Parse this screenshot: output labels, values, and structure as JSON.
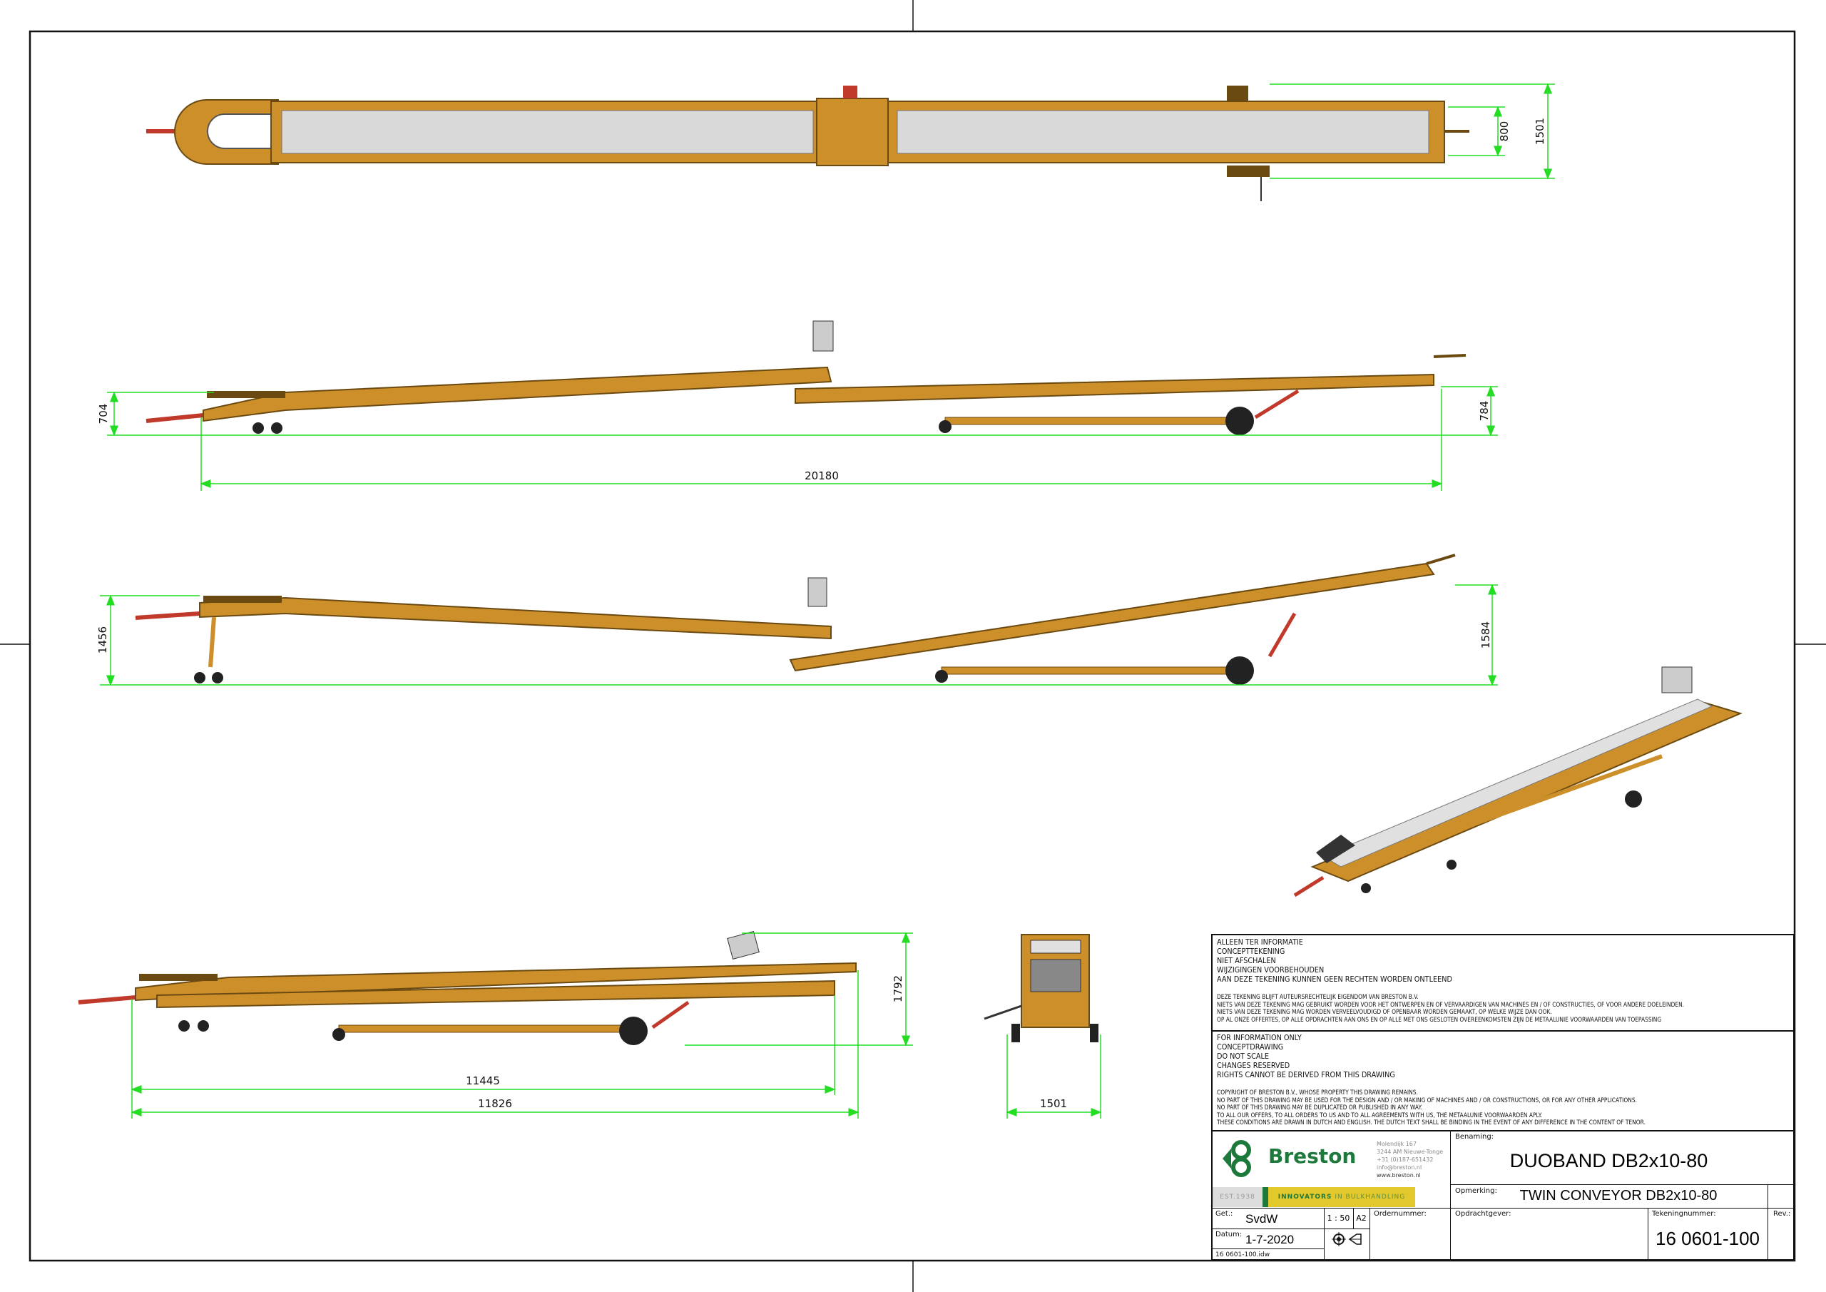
{
  "views": {
    "top": {
      "dims": [
        "800",
        "1501"
      ]
    },
    "side_lowered": {
      "dims": [
        "704",
        "784",
        "20180"
      ]
    },
    "side_raised": {
      "dims": [
        "1456",
        "1584"
      ]
    },
    "side_folded": {
      "dims": [
        "1792",
        "11445",
        "11826"
      ]
    },
    "front": {
      "dims": [
        "1501"
      ]
    }
  },
  "notes": {
    "nl_main": [
      "ALLEEN TER INFORMATIE",
      "CONCEPTTEKENING",
      "NIET AFSCHALEN",
      "WIJZIGINGEN VOORBEHOUDEN",
      "AAN DEZE TEKENING KUNNEN GEEN RECHTEN WORDEN ONTLEEND"
    ],
    "nl_small": [
      "DEZE TEKENING BLIJFT AUTEURSRECHTELIJK EIGENDOM VAN BRESTON B.V.",
      "NIETS VAN DEZE TEKENING MAG GEBRUIKT WORDEN VOOR HET ONTWERPEN EN OF VERVAARDIGEN VAN MACHINES EN / OF CONSTRUCTIES, OF VOOR ANDERE DOELEINDEN.",
      "NIETS VAN DEZE TEKENING MAG WORDEN VERVEELVOUDIGD OF OPENBAAR WORDEN GEMAAKT, OP WELKE WIJZE DAN OOK.",
      "OP AL ONZE OFFERTES, OP ALLE OPDRACHTEN AAN ONS EN OP ALLE MET ONS GESLOTEN OVEREENKOMSTEN ZIJN DE METAALUNIE VOORWAARDEN VAN TOEPASSING"
    ],
    "en_main": [
      "FOR INFORMATION ONLY",
      "CONCEPTDRAWING",
      "DO NOT SCALE",
      "CHANGES RESERVED",
      "RIGHTS CANNOT BE DERIVED FROM THIS DRAWING"
    ],
    "en_small": [
      "COPYRIGHT OF BRESTON B.V., WHOSE PROPERTY THIS DRAWING REMAINS.",
      "NO PART OF THIS DRAWING MAY BE USED FOR THE DESIGN AND / OR MAKING OF MACHINES AND / OR CONSTRUCTIONS, OR FOR ANY OTHER APPLICATIONS.",
      "NO PART OF THIS DRAWING MAY BE DUPLICATED OR PUBLISHED IN ANY WAY.",
      "TO ALL OUR OFFERS, TO ALL ORDERS TO US AND TO ALL AGREEMENTS WITH US, THE METAALUNIE VOORWAARDEN APLY.",
      "THESE CONDITIONS ARE DRAWN IN DUTCH AND ENGLISH. THE DUTCH TEXT SHALL BE BINDING IN THE EVENT OF ANY DIFFERENCE IN THE CONTENT OF TENOR."
    ]
  },
  "company": {
    "name": "Breston",
    "address": [
      "Molendijk 167",
      "3244 AM Nieuwe-Tonge",
      "+31 (0)187-651432",
      "info@breston.nl",
      "www.breston.nl"
    ],
    "est": "EST.1938",
    "tagline_bold": "INNOVATORS",
    "tagline_rest": " IN BULKHANDLING",
    "colors": {
      "green": "#1e7a3c",
      "yellow": "#e2c82a",
      "grey": "#dcdcdc"
    }
  },
  "title_block": {
    "benaming_label": "Benaming:",
    "benaming": "DUOBAND DB2x10-80",
    "opmerking_label": "Opmerking:",
    "opmerking": "TWIN CONVEYOR DB2x10-80",
    "get_label": "Get.:",
    "get": "SvdW",
    "scale": "1 : 50",
    "format": "A2",
    "datum_label": "Datum:",
    "datum": "1-7-2020",
    "ordernummer_label": "Ordernummer:",
    "opdrachtgever_label": "Opdrachtgever:",
    "tekeningnummer_label": "Tekeningnummer:",
    "tekeningnummer": "16 0601-100",
    "rev_label": "Rev.:",
    "filename": "16 0601-100.idw"
  },
  "colors": {
    "frame": "#cc8f2a",
    "dimension": "#22dd22",
    "belt": "#d9d9d9",
    "accent_red": "#c0392b"
  }
}
